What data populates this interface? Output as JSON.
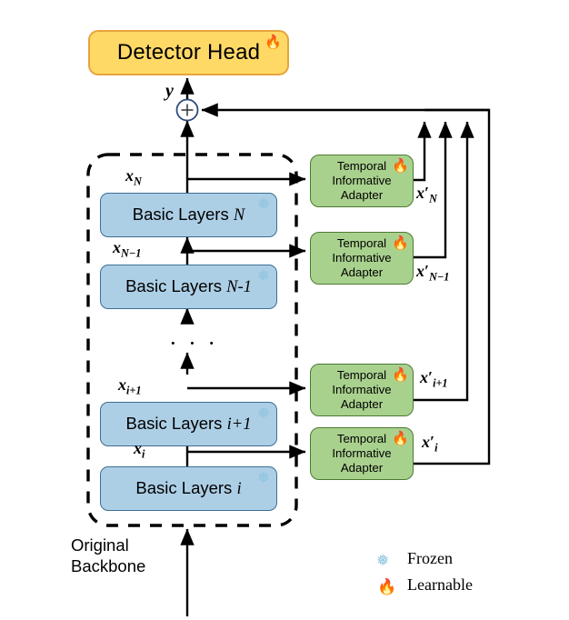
{
  "figure": {
    "title": "Temporal Informative Adapter architecture on a frozen backbone",
    "colors": {
      "detector_head_fill": "#FFD966",
      "detector_head_border": "#E8A33D",
      "basic_layer_fill": "#ADCFE6",
      "basic_layer_border": "#3C6E94",
      "adapter_fill": "#A9D18E",
      "adapter_border": "#4C7A32",
      "line": "#000000",
      "snowflake": "#8FC5E2",
      "flame": "#F25C19"
    }
  },
  "detector_head": {
    "label": "Detector Head",
    "badge": "flame-icon",
    "badge_glyph": "🔥"
  },
  "sum_node": {
    "label": "+",
    "output_label": "y"
  },
  "backbone": {
    "caption_line1": "Original",
    "caption_line2": "Backbone",
    "ellipsis": "· · ·",
    "layers": [
      {
        "name": "Basic Layers ",
        "index": "N",
        "feature": "x",
        "feature_sub": "N",
        "frozen_glyph": "❅"
      },
      {
        "name": "Basic Layers ",
        "index": "N-1",
        "feature": "x",
        "feature_sub": "N−1",
        "frozen_glyph": "❅"
      },
      {
        "name": "Basic Layers ",
        "index": "i+1",
        "feature": "x",
        "feature_sub": "i+1",
        "frozen_glyph": "❅"
      },
      {
        "name": "Basic Layers ",
        "index": "i",
        "feature": "x",
        "feature_sub": "i",
        "frozen_glyph": "❅"
      }
    ]
  },
  "adapters": [
    {
      "line1": "Temporal",
      "line2": "Informative",
      "line3": "Adapter",
      "badge_glyph": "🔥",
      "out": "x",
      "out_sub": "N",
      "out_prime": "′"
    },
    {
      "line1": "Temporal",
      "line2": "Informative",
      "line3": "Adapter",
      "badge_glyph": "🔥",
      "out": "x",
      "out_sub": "N−1",
      "out_prime": "′"
    },
    {
      "line1": "Temporal",
      "line2": "Informative",
      "line3": "Adapter",
      "badge_glyph": "🔥",
      "out": "x",
      "out_sub": "i+1",
      "out_prime": "′"
    },
    {
      "line1": "Temporal",
      "line2": "Informative",
      "line3": "Adapter",
      "badge_glyph": "🔥",
      "out": "x",
      "out_sub": "i",
      "out_prime": "′"
    }
  ],
  "legend": {
    "items": [
      {
        "glyph": "❅",
        "label": "Frozen",
        "color": "#8FC5E2"
      },
      {
        "glyph": "🔥",
        "label": "Learnable",
        "color": "#F25C19"
      }
    ]
  }
}
